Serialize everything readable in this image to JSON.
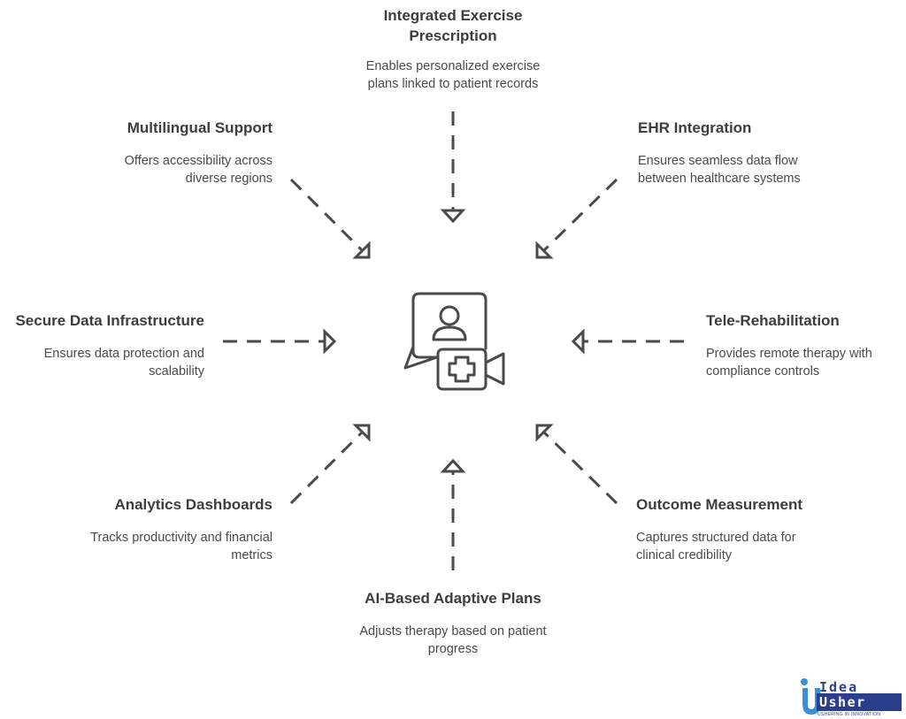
{
  "nodes": {
    "integrated_exercise": {
      "title_line1": "Integrated Exercise",
      "title_line2": "Prescription",
      "desc_line1": "Enables personalized exercise",
      "desc_line2": "plans linked to patient records"
    },
    "multilingual": {
      "title": "Multilingual Support",
      "desc_line1": "Offers accessibility across",
      "desc_line2": "diverse regions"
    },
    "ehr": {
      "title": "EHR Integration",
      "desc_line1": "Ensures seamless data flow",
      "desc_line2": "between healthcare systems"
    },
    "secure_data": {
      "title": "Secure Data Infrastructure",
      "desc_line1": "Ensures data protection and",
      "desc_line2": "scalability"
    },
    "tele_rehab": {
      "title": "Tele-Rehabilitation",
      "desc_line1": "Provides remote therapy with",
      "desc_line2": "compliance controls"
    },
    "analytics": {
      "title": "Analytics Dashboards",
      "desc_line1": "Tracks productivity and financial",
      "desc_line2": "metrics"
    },
    "outcome": {
      "title": "Outcome Measurement",
      "desc_line1": "Captures structured data for",
      "desc_line2": "clinical credibility"
    },
    "ai_plans": {
      "title": "AI-Based Adaptive Plans",
      "desc_line1": "Adjusts therapy based on patient",
      "desc_line2": "progress"
    }
  },
  "central_icon": "telehealth-video-consult-icon",
  "logo": {
    "word1": "Idea",
    "word2": "Usher",
    "tagline": "USHERING IN INNOVATION"
  },
  "colors": {
    "stroke": "#4a4a4a",
    "text": "#404040",
    "brand": "#2b3e8c",
    "brand_light": "#3a8fd8"
  }
}
